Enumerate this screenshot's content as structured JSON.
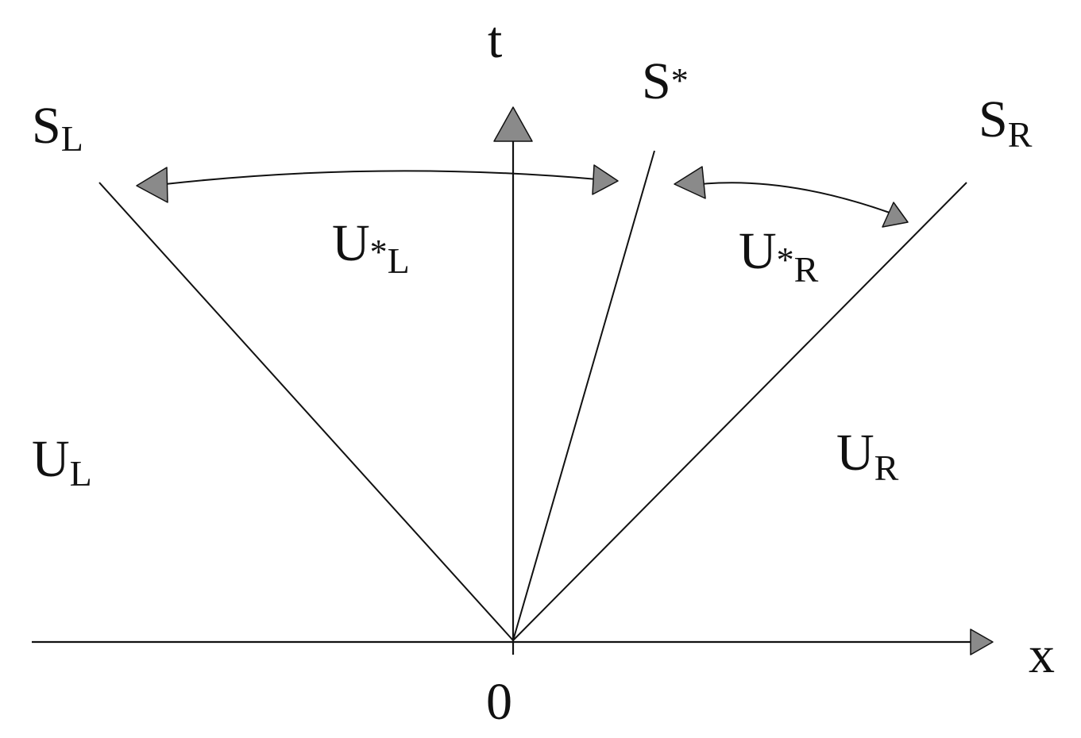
{
  "axes": {
    "x_label": "x",
    "t_label": "t",
    "origin_label": "0"
  },
  "waves": {
    "left": {
      "symbol": "S",
      "subscript": "L"
    },
    "middle": {
      "symbol": "S",
      "subscript": "*"
    },
    "right": {
      "symbol": "S",
      "subscript": "R"
    }
  },
  "states": {
    "left": {
      "symbol": "U",
      "subscript": "L"
    },
    "star_left": {
      "symbol": "U",
      "star": "*",
      "subscript": "L"
    },
    "star_right": {
      "symbol": "U",
      "star": "*",
      "subscript": "R"
    },
    "right": {
      "symbol": "U",
      "subscript": "R"
    }
  },
  "colors": {
    "line": "#111111",
    "arrowhead_fill": "#8a8a8a",
    "background": "#ffffff"
  }
}
